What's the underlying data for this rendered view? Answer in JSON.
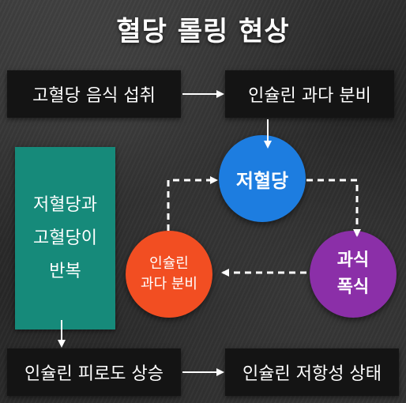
{
  "title": "혈당 롤링 현상",
  "boxes": {
    "high_sugar_intake": "고혈당 음식 섭취",
    "insulin_oversecretion_top": "인슐린 과다 분비",
    "insulin_fatigue": "인슐린 피로도 상승",
    "insulin_resistance": "인슐린 저항성 상태"
  },
  "side_panel": {
    "lines": [
      "저혈당과",
      "고혈당이",
      "반복"
    ]
  },
  "circles": {
    "hypoglycemia": "저혈당",
    "insulin_oversecretion": [
      "인슐린",
      "과다 분비"
    ],
    "overeating": [
      "과식",
      "폭식"
    ]
  },
  "colors": {
    "box_bg": "#141414",
    "teal": "#168a7a",
    "blue": "#1d7de0",
    "red": "#f24e22",
    "purple": "#8b2fa8",
    "arrow": "#ffffff"
  }
}
